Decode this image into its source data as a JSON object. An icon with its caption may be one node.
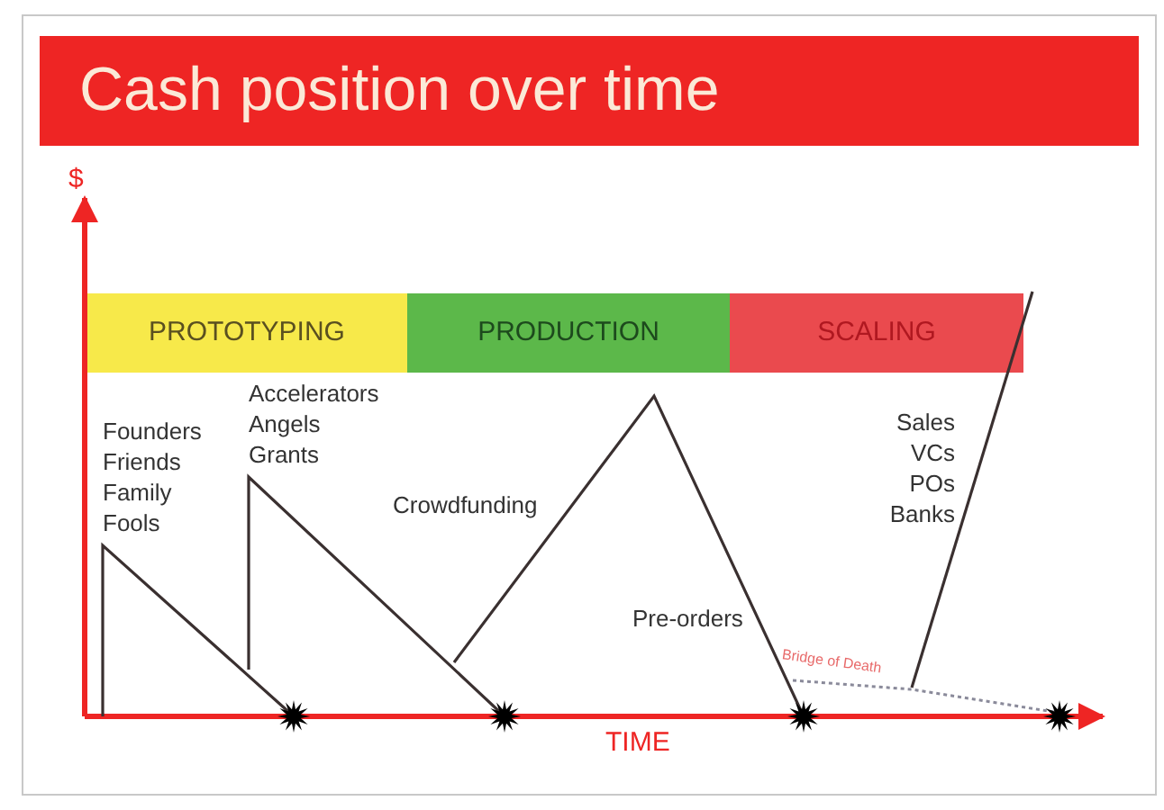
{
  "diagram": {
    "title": "Cash position over time",
    "nodes": [
      {
        "text": [
          "PROTOTYPING"
        ]
      },
      {
        "text": [
          "PRODUCTION"
        ]
      },
      {
        "text": [
          "SCALING"
        ]
      }
    ],
    "labels": [
      "$",
      "Founders",
      "Friends",
      "Family",
      "Fools",
      "Accelerators",
      "Angels",
      "Grants",
      "Crowdfunding",
      "Pre-orders",
      "Bridge of Death",
      "Sales",
      "VCs",
      "POs",
      "Banks",
      "TIME"
    ]
  }
}
